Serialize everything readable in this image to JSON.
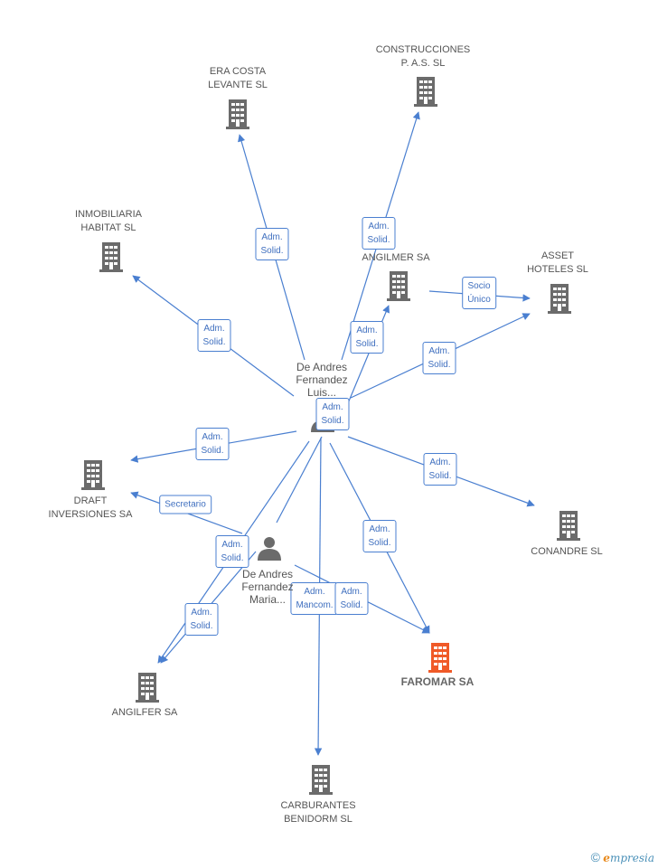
{
  "companies": [
    {
      "id": "era",
      "label": "ERA COSTA\nLEVANTE  SL"
    },
    {
      "id": "constr",
      "label": "CONSTRUCCIONES\nP. A.S.  SL"
    },
    {
      "id": "inmo",
      "label": "INMOBILIARIA\nHABITAT  SL"
    },
    {
      "id": "angilmer",
      "label": "ANGILMER SA"
    },
    {
      "id": "asset",
      "label": "ASSET\nHOTELES SL"
    },
    {
      "id": "draft",
      "label": "DRAFT\nINVERSIONES SA"
    },
    {
      "id": "conandre",
      "label": "CONANDRE  SL"
    },
    {
      "id": "faromar",
      "label": "FAROMAR SA",
      "focus": true
    },
    {
      "id": "angilfer",
      "label": "ANGILFER SA"
    },
    {
      "id": "carbur",
      "label": "CARBURANTES\nBENIDORM SL"
    }
  ],
  "persons": [
    {
      "id": "luis",
      "label": "De Andres\nFernandez\nLuis..."
    },
    {
      "id": "maria",
      "label": "De Andres\nFernandez\nMaria..."
    }
  ],
  "edge_labels": [
    {
      "id": "luis-era",
      "text": "Adm.\nSolid."
    },
    {
      "id": "luis-constr",
      "text": "Adm.\nSolid."
    },
    {
      "id": "luis-inmo",
      "text": "Adm.\nSolid."
    },
    {
      "id": "luis-angilmer",
      "text": "Adm.\nSolid."
    },
    {
      "id": "angilmer-asset",
      "text": "Socio\nÚnico"
    },
    {
      "id": "luis-asset",
      "text": "Adm.\nSolid."
    },
    {
      "id": "luis-self",
      "text": "Adm.\nSolid."
    },
    {
      "id": "luis-draft",
      "text": "Adm.\nSolid."
    },
    {
      "id": "luis-conandre",
      "text": "Adm.\nSolid."
    },
    {
      "id": "maria-draft",
      "text": "Secretario"
    },
    {
      "id": "maria-angilfer",
      "text": "Adm.\nSolid."
    },
    {
      "id": "luis-faromar",
      "text": "Adm.\nSolid."
    },
    {
      "id": "maria-angilfer2",
      "text": "Adm.\nSolid."
    },
    {
      "id": "maria-carbur",
      "text": "Adm.\nMancom."
    },
    {
      "id": "maria-faromar",
      "text": "Adm.\nSolid."
    }
  ],
  "colors": {
    "edge": "#4a7fd0",
    "building": "#6b6b6b",
    "focus": "#f05a28",
    "person": "#6b6b6b"
  },
  "footer": {
    "copyright": "©",
    "brand_e": "e",
    "brand_rest": "mpresia"
  }
}
